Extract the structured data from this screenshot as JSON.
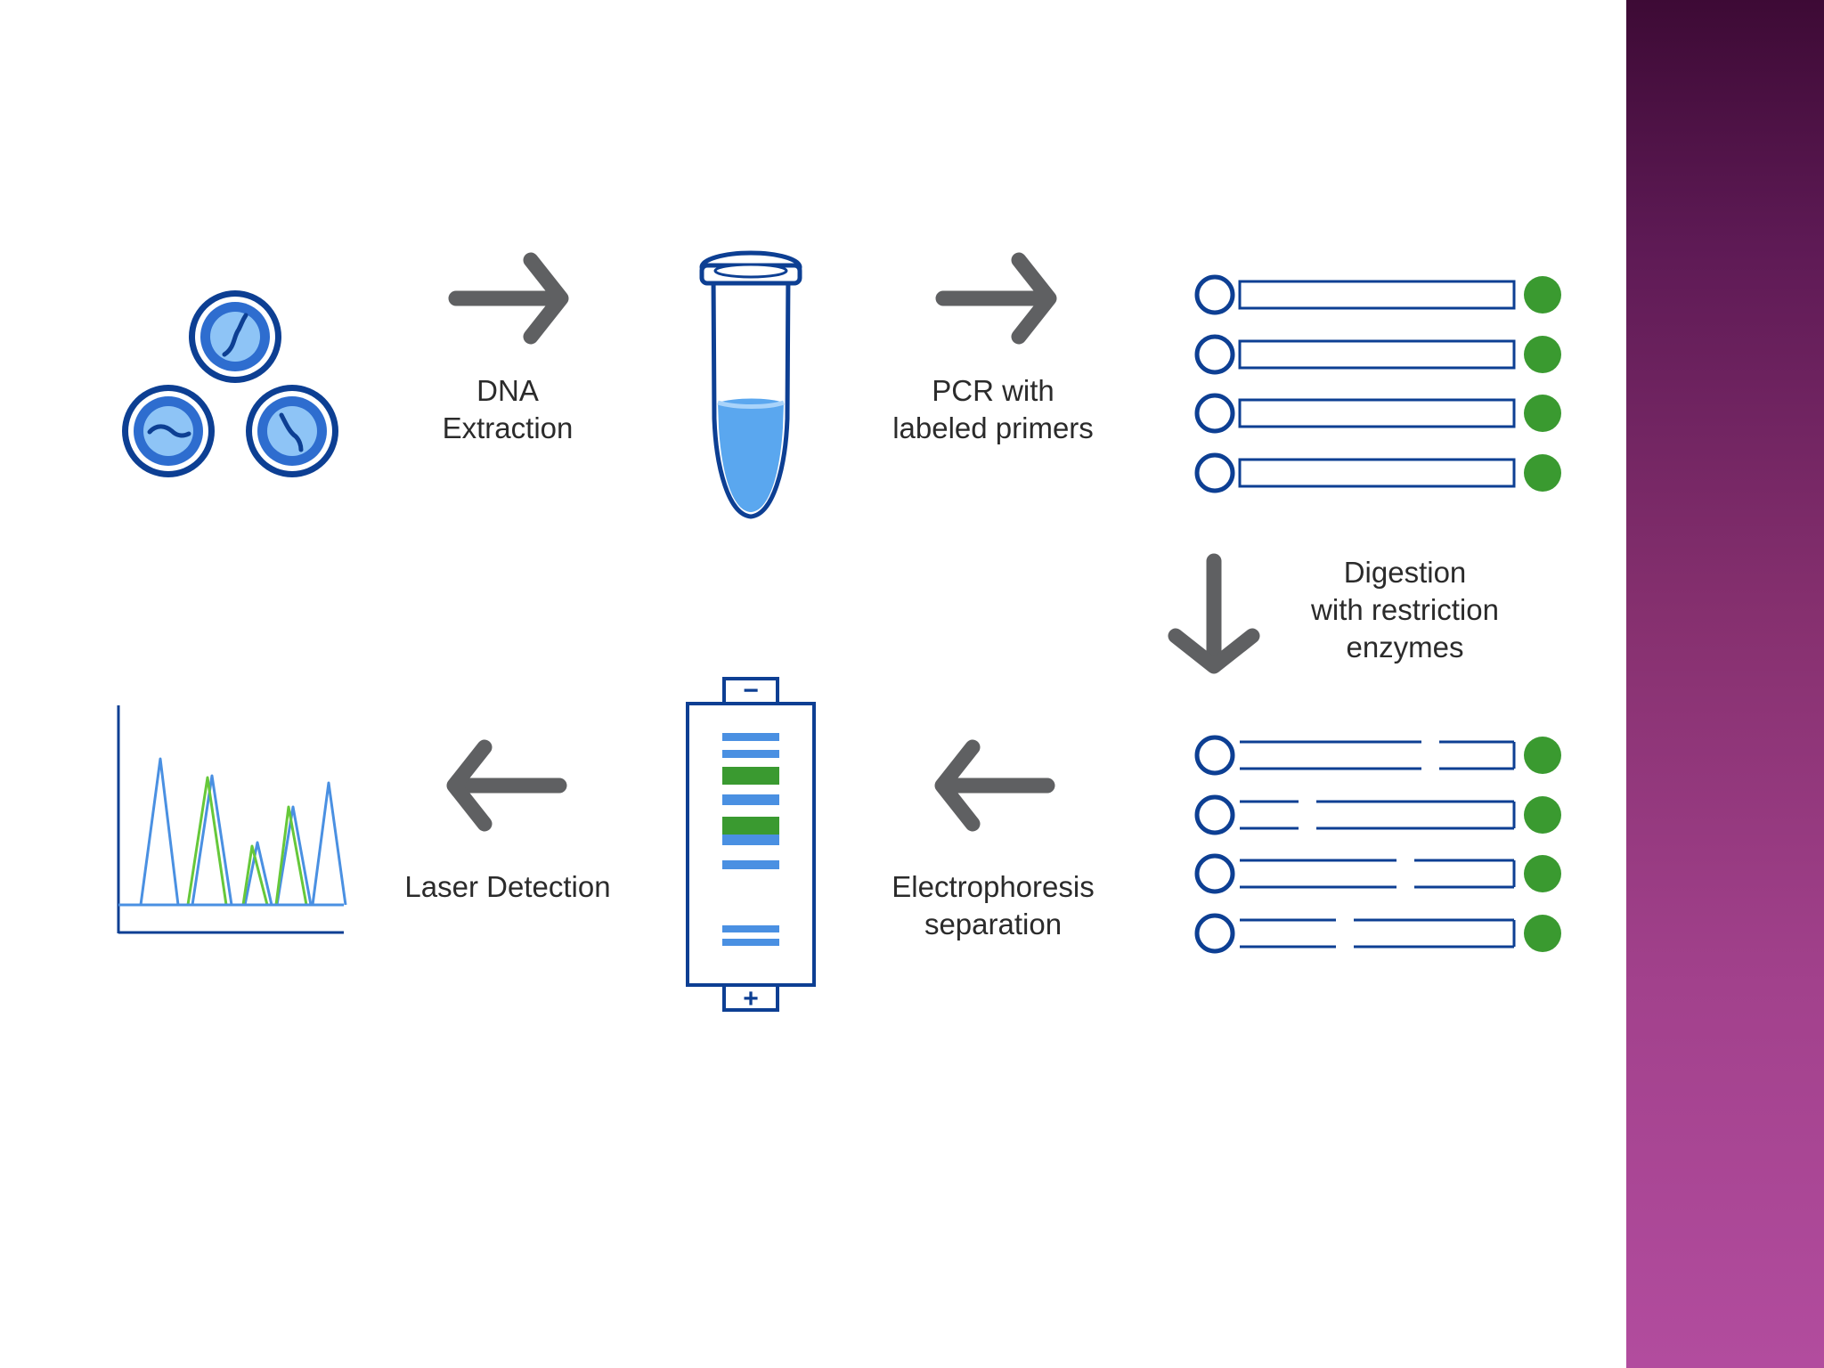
{
  "colors": {
    "blue": "#4a90e2",
    "navy": "#0d3f93",
    "green": "#3a9a30",
    "light_green": "#66c83a",
    "arrow_gray": "#5f6062",
    "side_band_top": "#3d0a35",
    "side_band_bottom": "#b24c9e"
  },
  "steps": {
    "dna_extraction": "DNA\nExtraction",
    "pcr": "PCR with\nlabeled primers",
    "digestion": "Digestion\nwith restriction\nenzymes",
    "electrophoresis": "Electrophoresis\nseparation",
    "laser_detection": "Laser Detection"
  },
  "gel": {
    "minus_sign": "−",
    "plus_sign": "+"
  },
  "icons": [
    "cell-icon",
    "tube-icon",
    "labeled-fragment-icon",
    "digested-fragment-icon",
    "gel-icon",
    "chromatogram-icon"
  ]
}
